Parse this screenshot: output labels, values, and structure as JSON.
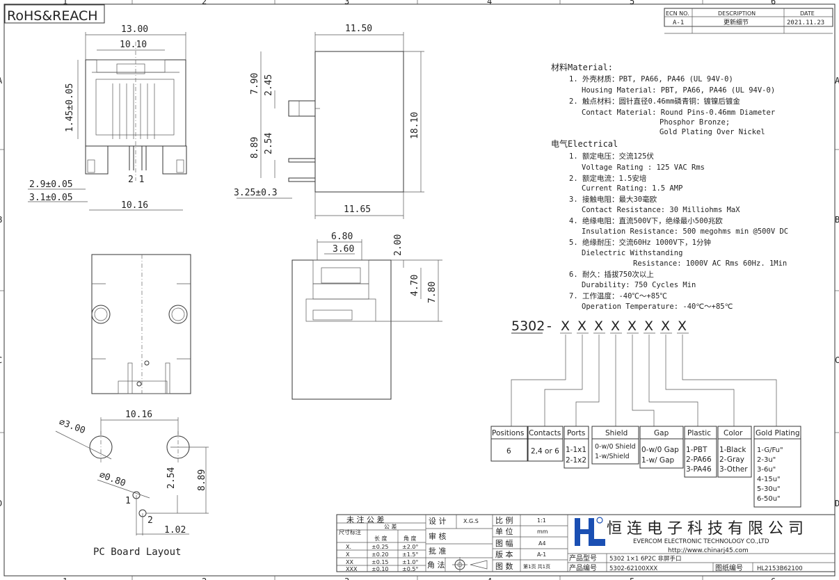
{
  "border": {
    "cols": [
      "1",
      "2",
      "3",
      "4",
      "5",
      "6"
    ],
    "rows": [
      "A",
      "B",
      "C",
      "D"
    ]
  },
  "badge": "RoHS&REACH",
  "revision": {
    "headers": [
      "ECN NO.",
      "DESCRIPTION",
      "DATE"
    ],
    "row": [
      "A-1",
      "更新细节",
      "2021.11.23"
    ]
  },
  "dims": {
    "front_13": "13.00",
    "front_1010": "10.10",
    "front_145": "1.45±0.05",
    "front_29": "2.9±0.05",
    "front_31": "3.1±0.05",
    "front_1016": "10.16",
    "pins_21": "2 1",
    "side_1150": "11.50",
    "side_790": "7.90",
    "side_245": "2.45",
    "side_1810": "18.10",
    "side_889": "8.89",
    "side_254": "2.54",
    "side_325": "3.25±0.3",
    "side_1165": "11.65",
    "face_680": "6.80",
    "face_360": "3.60",
    "face_200": "2.00",
    "face_470": "4.70",
    "face_780": "7.80",
    "pcb_1016": "10.16",
    "pcb_300": "⌀3.00",
    "pcb_080": "⌀0.80",
    "pcb_254": "2.54",
    "pcb_889": "8.89",
    "pcb_102": "1.02",
    "pcb_p1": "1",
    "pcb_p2": "2",
    "pcb_title": "PC Board Layout"
  },
  "spec": {
    "lines": [
      "材料Material:",
      "1. 外壳材质：PBT, PA66, PA46 (UL 94V-0)",
      "Housing Material: PBT, PA66, PA46 (UL 94V-0)",
      "2. 触点材料：圆针直径0.46mm磷青铜：镀镍后镀金",
      "Contact Material: Round Pins-0.46mm Diameter",
      "Phosphor Bronze;",
      "Gold Plating Over Nickel",
      "电气Electrical",
      "1. 额定电压：交流125伏",
      "Voltage Rating : 125 VAC Rms",
      "2. 额定电流：1.5安培",
      "Current Rating: 1.5 AMP",
      "3. 接触电阻：最大30毫欧",
      "Contact Resistance: 30 Milliohms MaX",
      "4. 绝缘电阻：直流500V下，绝缘最小500兆欧",
      "Insulation Resistance: 500 megohms min @500V DC",
      "5. 绝缘耐压：交流60Hz 1000V下，1分钟",
      "Dielectric Withstanding",
      "Resistance: 1000V AC Rms 60Hz. 1Min",
      "6. 耐久：插拔750次以上",
      "Durability: 750 Cycles Min",
      "7. 工作温度：-40℃～+85℃",
      "Operation Temperature: -40℃～+85℃"
    ]
  },
  "part_code": {
    "prefix": "5302",
    "dash": "-",
    "slots": [
      "X",
      "X",
      "X",
      "X",
      "X",
      "X",
      "X",
      "X"
    ]
  },
  "options": [
    {
      "header": "Positions",
      "values": [
        "6"
      ]
    },
    {
      "header": "Contacts",
      "values": [
        "2,4 or 6"
      ]
    },
    {
      "header": "Ports",
      "values": [
        "1-1x1",
        "2-1x2"
      ]
    },
    {
      "header": "Shield",
      "values": [
        "0-w/0 Shield",
        "1-w/Shield"
      ]
    },
    {
      "header": "Gap",
      "values": [
        "0-w/0 Gap",
        "1-w/ Gap"
      ]
    },
    {
      "header": "Plastic",
      "values": [
        "1-PBT",
        "2-PA66",
        "3-PA46"
      ]
    },
    {
      "header": "Color",
      "values": [
        "1-Black",
        "2-Gray",
        "3-Other"
      ]
    },
    {
      "header": "Gold Plating",
      "values": [
        "1-G/Fu\"",
        "2-3u\"",
        "3-6u\"",
        "4-15u\"",
        "5-30u\"",
        "6-50u\""
      ]
    }
  ],
  "title_block": {
    "tol_header": "未 注 公 差",
    "tol_sub1": "尺寸标注",
    "tol_sub2": "公 差",
    "tol_len": "长 度",
    "tol_ang": "角 度",
    "tol_rows": [
      [
        "X.",
        "±0.25",
        "±2.0°"
      ],
      [
        "X",
        "±0.20",
        "±1.5°"
      ],
      [
        "XX",
        "±0.15",
        "±1.0°"
      ],
      [
        "XXX",
        "±0.10",
        "±0.5°"
      ]
    ],
    "design": "设 计",
    "design_val": "X.G.S",
    "review": "审 核",
    "approve": "批 准",
    "angle": "角 法",
    "scale": "比 例",
    "scale_val": "1:1",
    "unit": "单 位",
    "unit_val": "mm",
    "size": "图 幅",
    "size_val": "A4",
    "version": "版 本",
    "version_val": "A-1",
    "sheets": "图 数",
    "sheets_val": "第1页 共1页",
    "company_cn": "恒 连 电 子 科 技 有 限 公 司",
    "company_en": "EVERCOM ELECTRONIC TECHNOLOGY CO.,LTD",
    "url": "http://www.chinarj45.com",
    "pm_label": "产品型号",
    "pm_val": "5302 1×1 6P2C 非屏手口",
    "pn_label": "产品编号",
    "pn_val": "5302-62100XXX",
    "dn_label": "图纸编号",
    "dn_val": "HL2153B62100"
  }
}
